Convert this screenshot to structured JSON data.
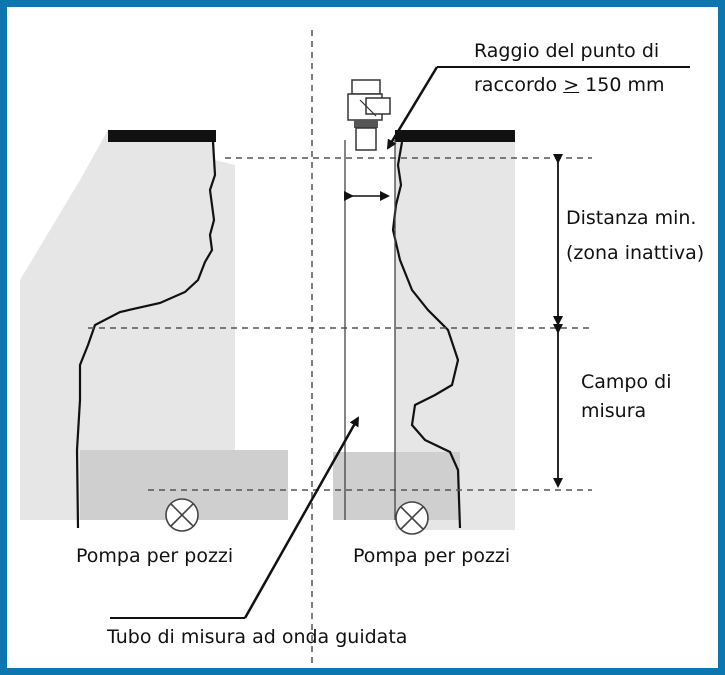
{
  "labels": {
    "radius_line1": "Raggio del punto di",
    "radius_line2_prefix": "raccordo ",
    "radius_symbol": ">",
    "radius_line2_suffix": " 150 mm",
    "min_distance_line1": "Distanza min.",
    "min_distance_line2": "(zona inattiva)",
    "range_line1": "Campo di",
    "range_line2": "misura",
    "pump_left": "Pompa per pozzi",
    "pump_right": "Pompa per pozzi",
    "tube": "Tubo di misura ad onda guidata"
  },
  "colors": {
    "frame": "#0b76b0",
    "shaft_fill": "#e6e6e6",
    "sump_fill": "#cfcfcf",
    "line": "#111111",
    "dashed": "#555555"
  }
}
